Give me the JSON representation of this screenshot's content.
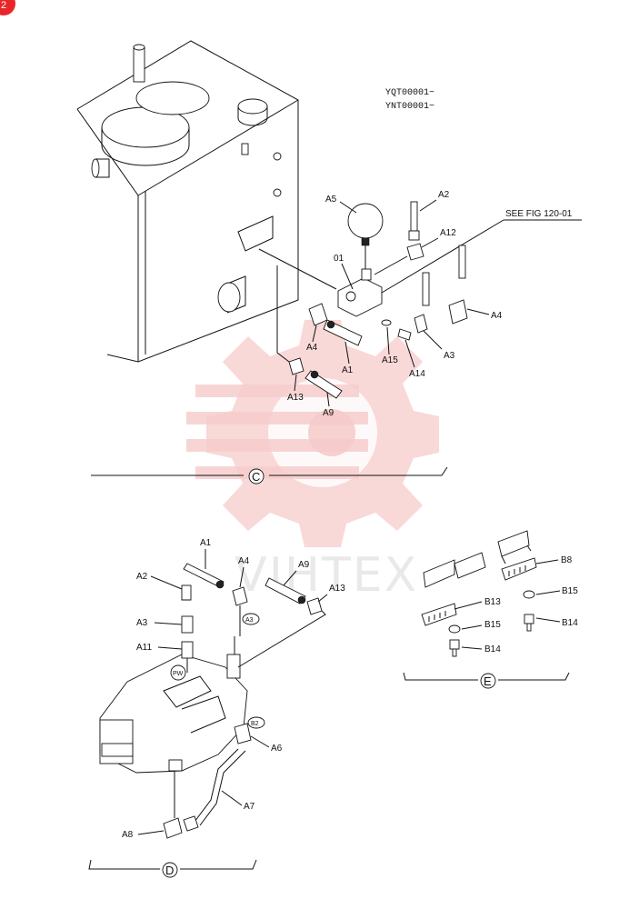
{
  "serials": {
    "line1": "YQT00001~",
    "line2": "YNT00001~"
  },
  "reference": {
    "text": "SEE FIG 120-01"
  },
  "badge": {
    "text": "2",
    "color": "#e8262a"
  },
  "watermark": {
    "text": "VIHTEX",
    "color": "#f3b5b5"
  },
  "views": {
    "c": {
      "marker": "C",
      "callouts": {
        "a5": "A5",
        "a2": "A2",
        "a12": "A12",
        "p01": "01",
        "a4": "A4",
        "a4b": "A4",
        "a1": "A1",
        "a15": "A15",
        "a14": "A14",
        "a3": "A3",
        "a13": "A13",
        "a9": "A9"
      }
    },
    "d": {
      "marker": "D",
      "callouts": {
        "a1": "A1",
        "a4": "A4",
        "a9": "A9",
        "a2": "A2",
        "a13": "A13",
        "a3": "A3",
        "a3ref": "A3",
        "a11": "A11",
        "a6": "A6",
        "b2ref": "B2",
        "a7": "A7",
        "a8": "A8"
      }
    },
    "e": {
      "marker": "E",
      "callouts": {
        "b8": "B8",
        "b13": "B13",
        "b15": "B15",
        "b15b": "B15",
        "b14": "B14",
        "b14b": "B14"
      }
    }
  }
}
